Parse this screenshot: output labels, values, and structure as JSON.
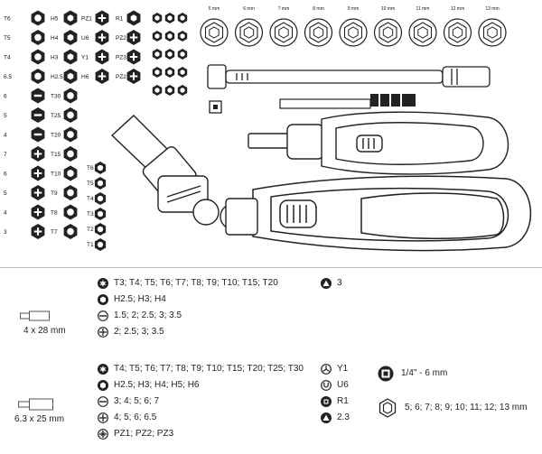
{
  "socket_sizes": [
    "5 mm",
    "6 mm",
    "7 mm",
    "8 mm",
    "9 mm",
    "10 mm",
    "11 mm",
    "12 mm",
    "13 mm"
  ],
  "col1_labels": [
    "T6",
    "T5",
    "T4",
    "6.5",
    "6",
    "5",
    "4",
    "7",
    "6",
    "5",
    "4",
    "3"
  ],
  "col2_labels": [
    "H5",
    "H4",
    "H3",
    "H2.5",
    "T30",
    "T25",
    "T20",
    "T15",
    "T10",
    "T9",
    "T8",
    "T7"
  ],
  "col3_labels": [
    "PZ1",
    "U6",
    "Y1",
    "H6"
  ],
  "col4_labels": [
    "R1",
    "PZ2",
    "PZ3",
    "PZ2"
  ],
  "small_col_labels": [
    "T6",
    "T5",
    "T4",
    "T3",
    "T2",
    "T1"
  ],
  "bit_size_1": "4 x 28 mm",
  "bit_size_2": "6.3 x 25 mm",
  "group1": {
    "torx": "T3; T4; T5; T6; T7; T8; T9; T10; T15; T20",
    "hex": "H2.5; H3; H4",
    "slotted": "1.5; 2; 2.5; 3; 3.5",
    "phillips": "2; 2.5; 3; 3.5",
    "triangle": "3"
  },
  "group2": {
    "torx": "T4; T5; T6; T7; T8; T9; T10; T15; T20; T25; T30",
    "hex": "H2.5; H3; H4; H5; H6",
    "slotted": "3; 4; 5; 6; 7",
    "phillips": "4; 5; 6; 6.5",
    "pozi": "PZ1; PZ2; PZ3",
    "y": "Y1",
    "u": "U6",
    "r": "R1",
    "triangle": "2.3",
    "adapter": "1/4\" - 6 mm",
    "sockets": "5; 6; 7; 8; 9; 10; 11; 12; 13 mm"
  }
}
